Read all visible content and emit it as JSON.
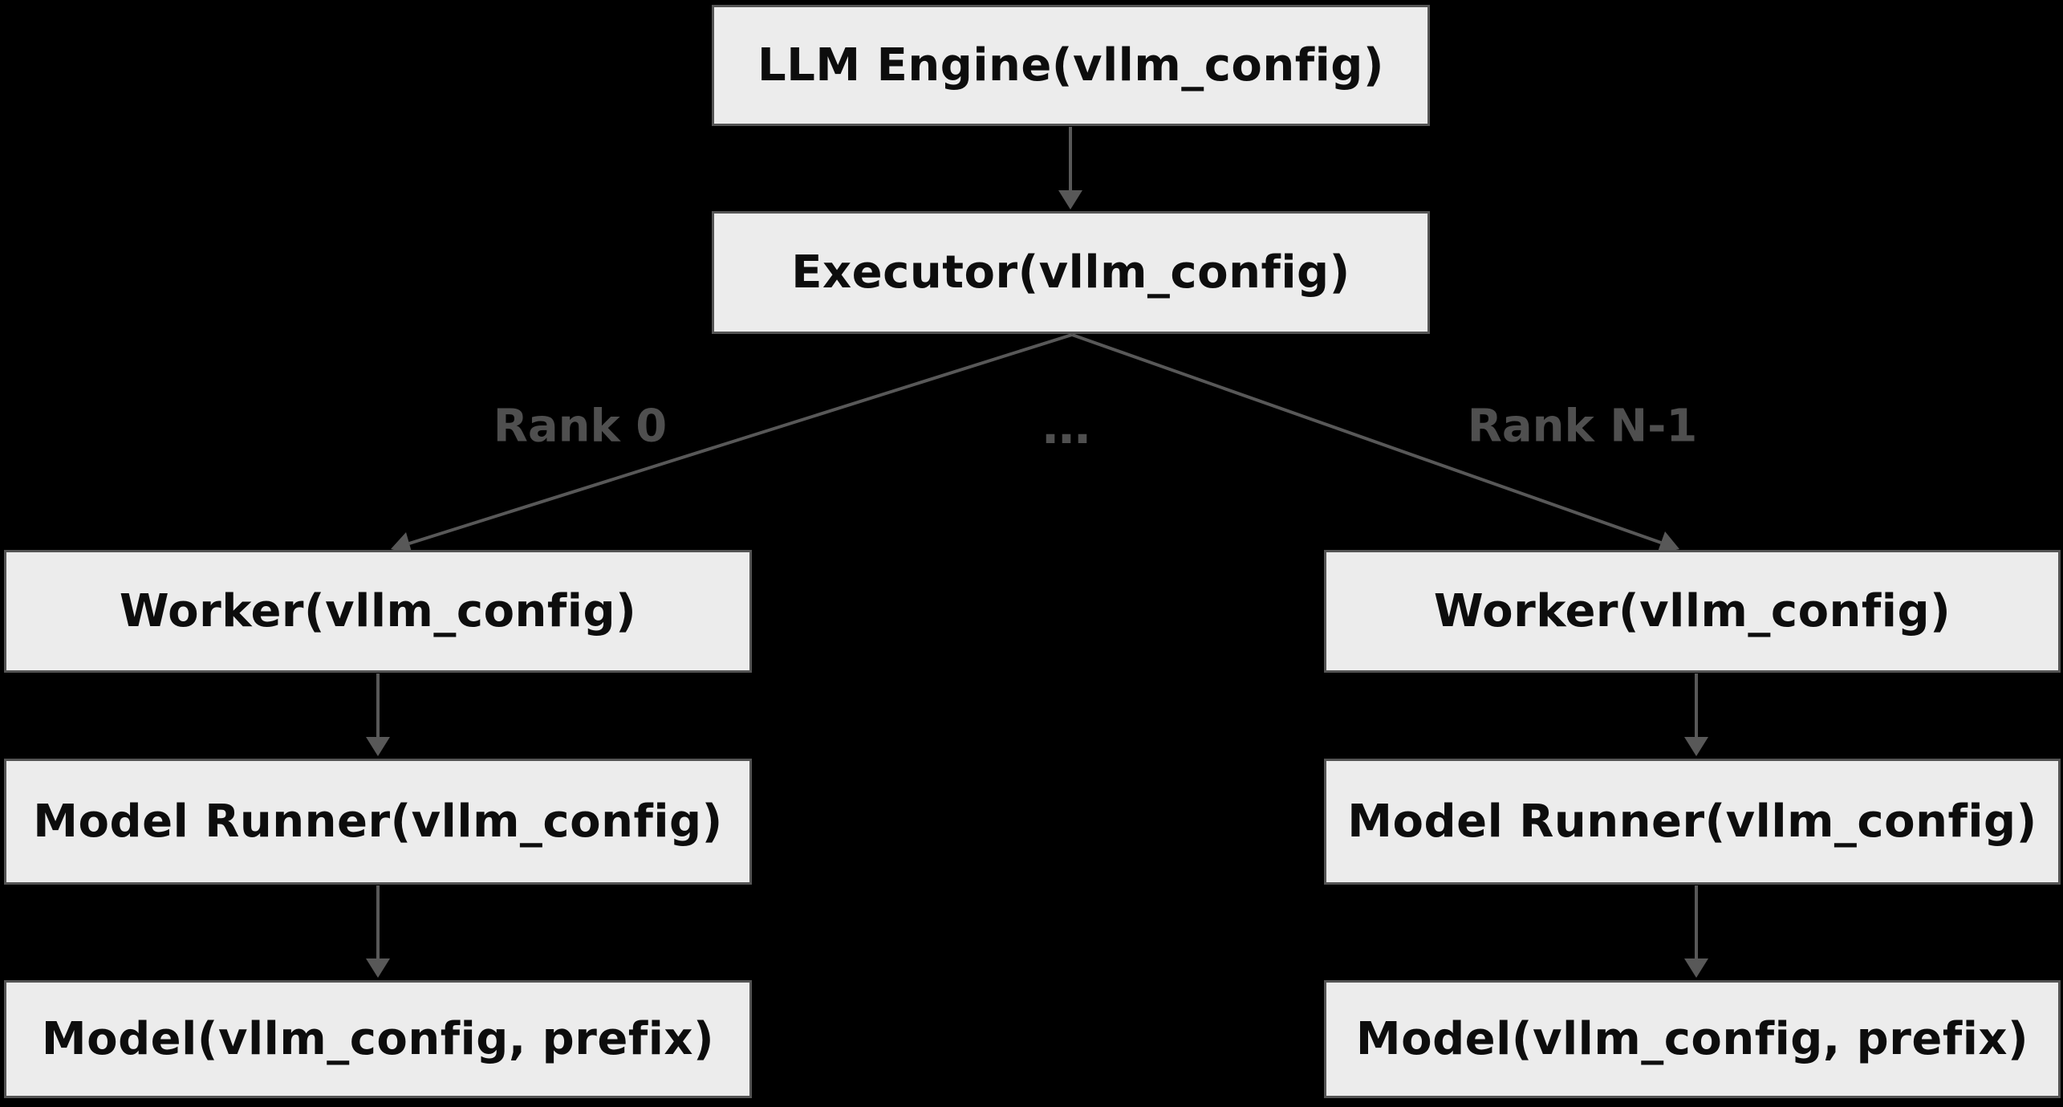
{
  "diagram": {
    "title": "vLLM engine / executor / worker hierarchy",
    "colors": {
      "background": "#000000",
      "node_fill": "#ececec",
      "node_border": "#545454",
      "node_text": "#0d0d0d",
      "edge": "#585858",
      "edge_label": "#4f4f4f"
    },
    "nodes": {
      "llm_engine": {
        "label": "LLM Engine(vllm_config)"
      },
      "executor": {
        "label": "Executor(vllm_config)"
      },
      "worker_left": {
        "label": "Worker(vllm_config)"
      },
      "worker_right": {
        "label": "Worker(vllm_config)"
      },
      "model_runner_left": {
        "label": "Model Runner(vllm_config)"
      },
      "model_runner_right": {
        "label": "Model Runner(vllm_config)"
      },
      "model_left": {
        "label": "Model(vllm_config, prefix)"
      },
      "model_right": {
        "label": "Model(vllm_config, prefix)"
      }
    },
    "edge_labels": {
      "rank_0": "Rank 0",
      "rank_n": "Rank N-1",
      "ellipsis": "…"
    }
  }
}
